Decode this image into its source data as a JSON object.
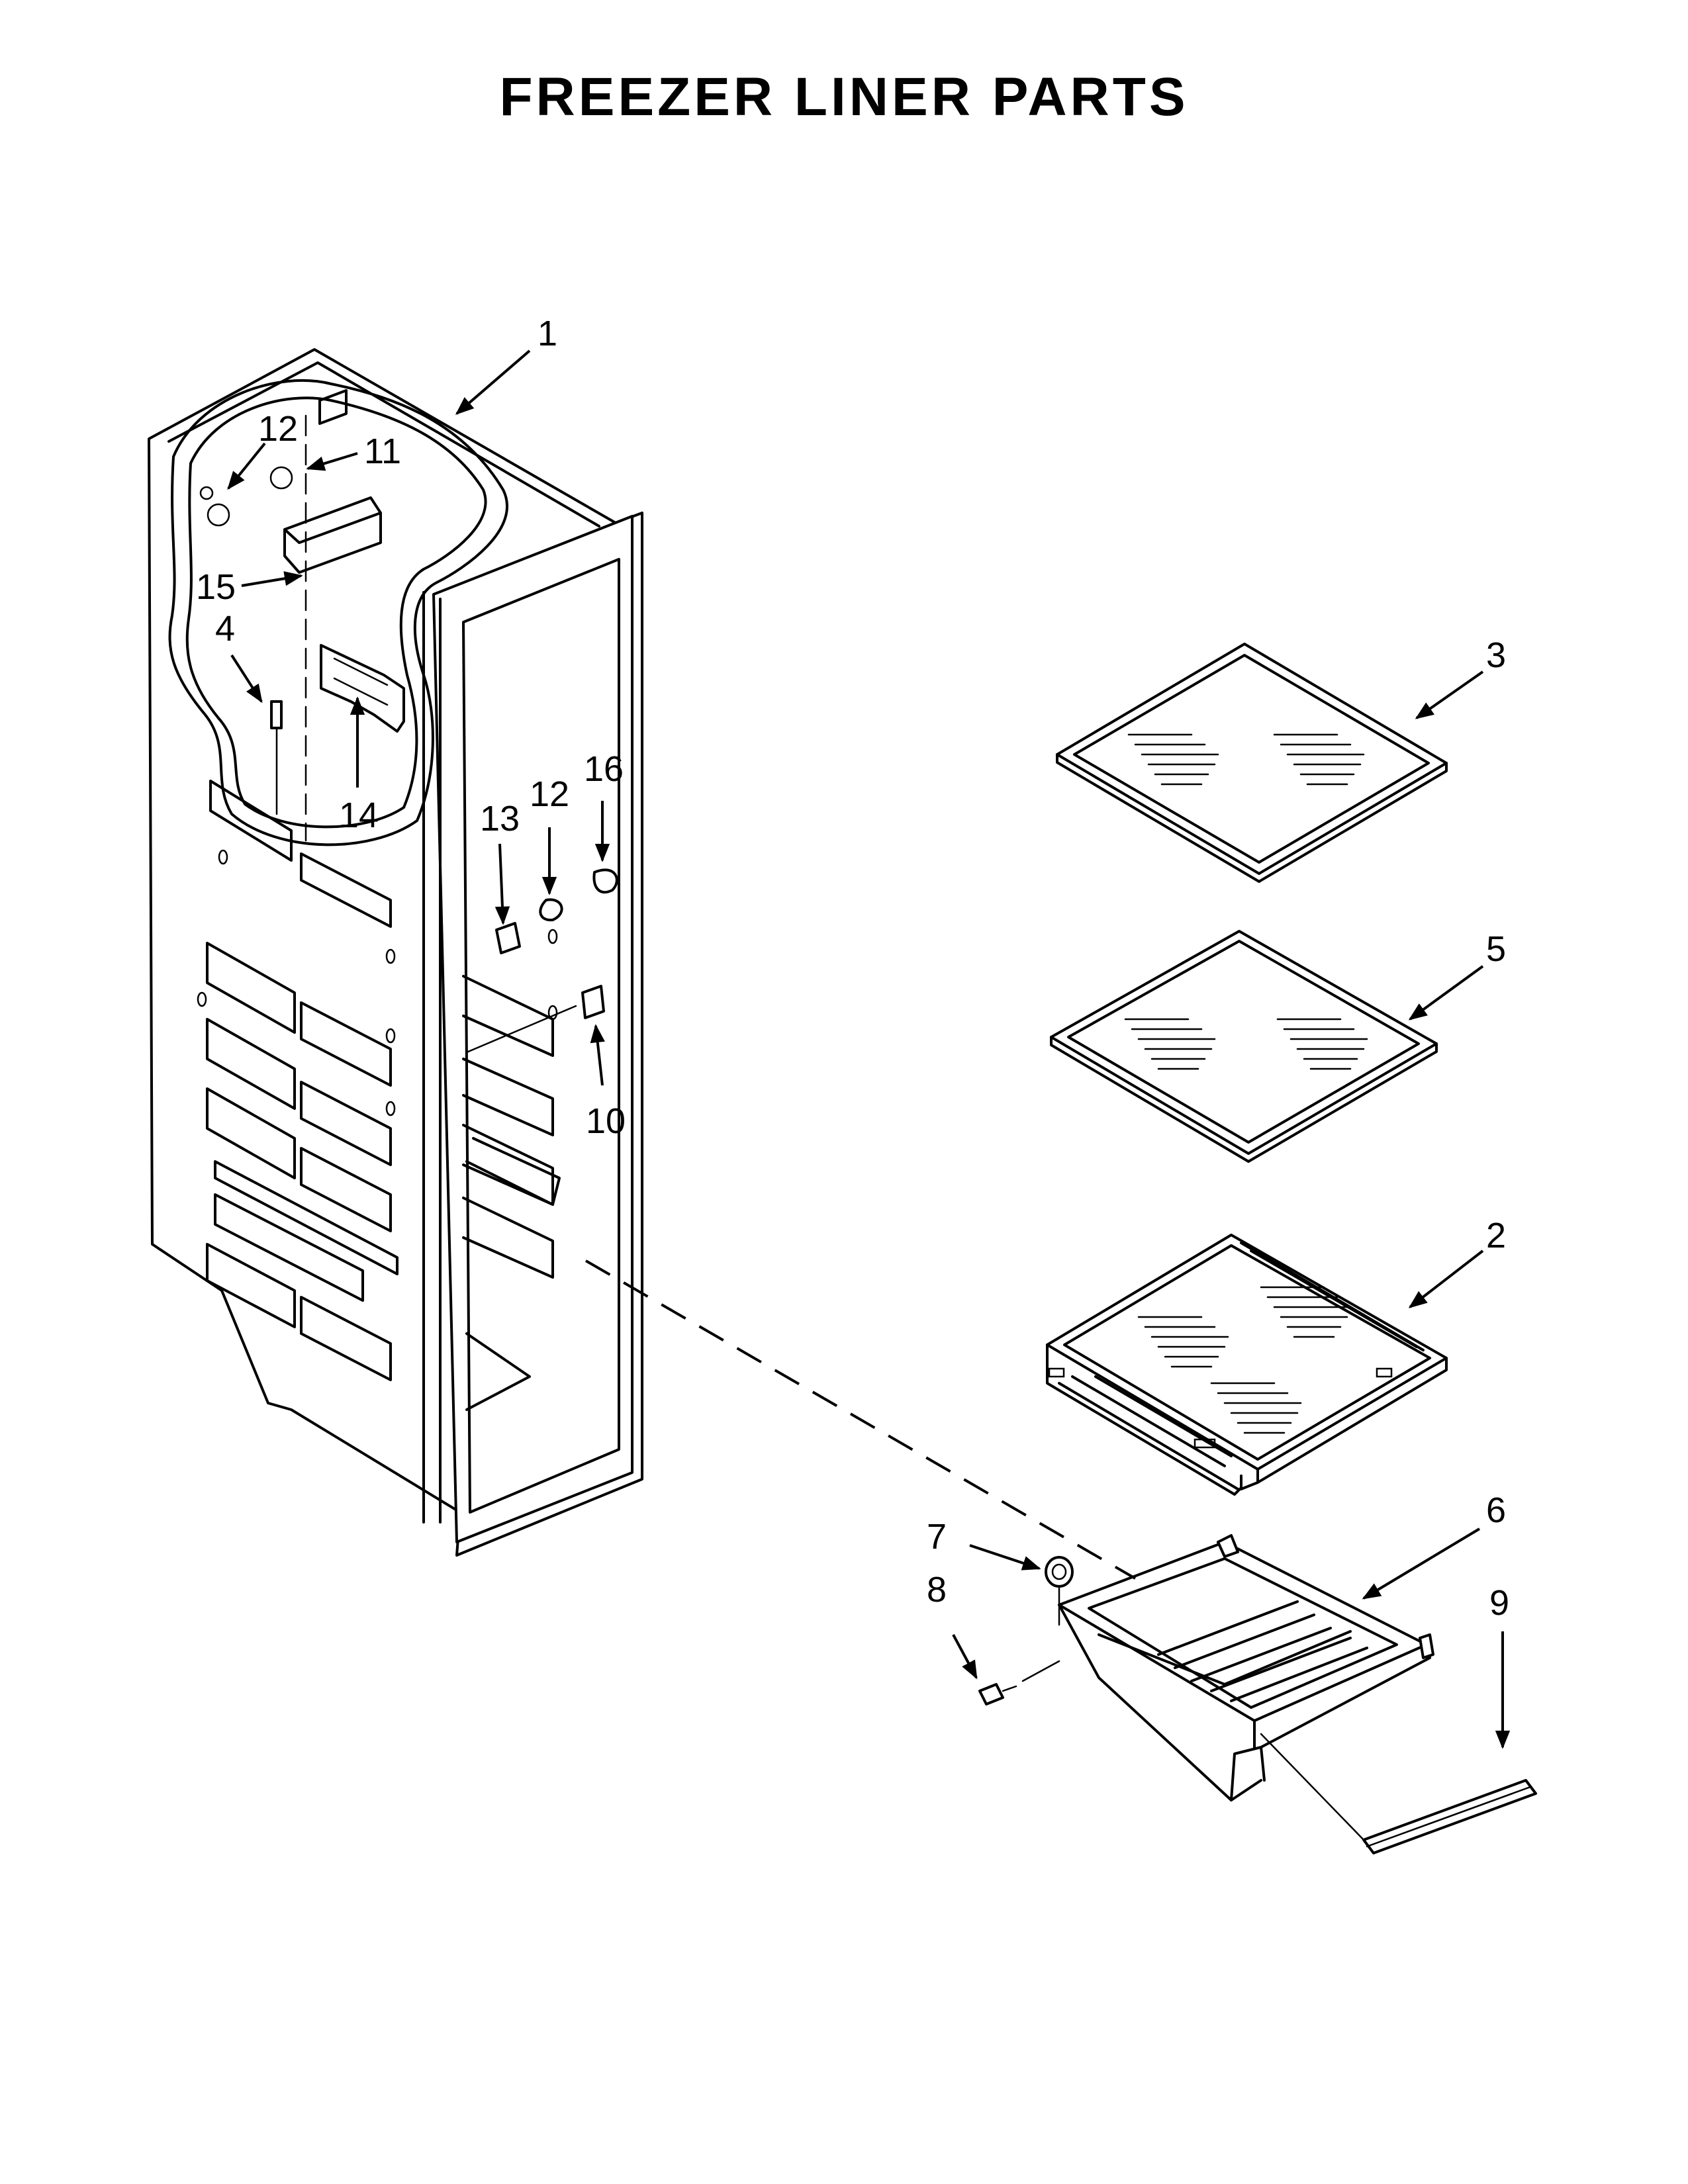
{
  "title": "FREEZER LINER PARTS",
  "callouts": [
    "1",
    "12",
    "11",
    "15",
    "4",
    "14",
    "13",
    "12",
    "16",
    "10",
    "3",
    "5",
    "2",
    "6",
    "7",
    "8",
    "9"
  ]
}
